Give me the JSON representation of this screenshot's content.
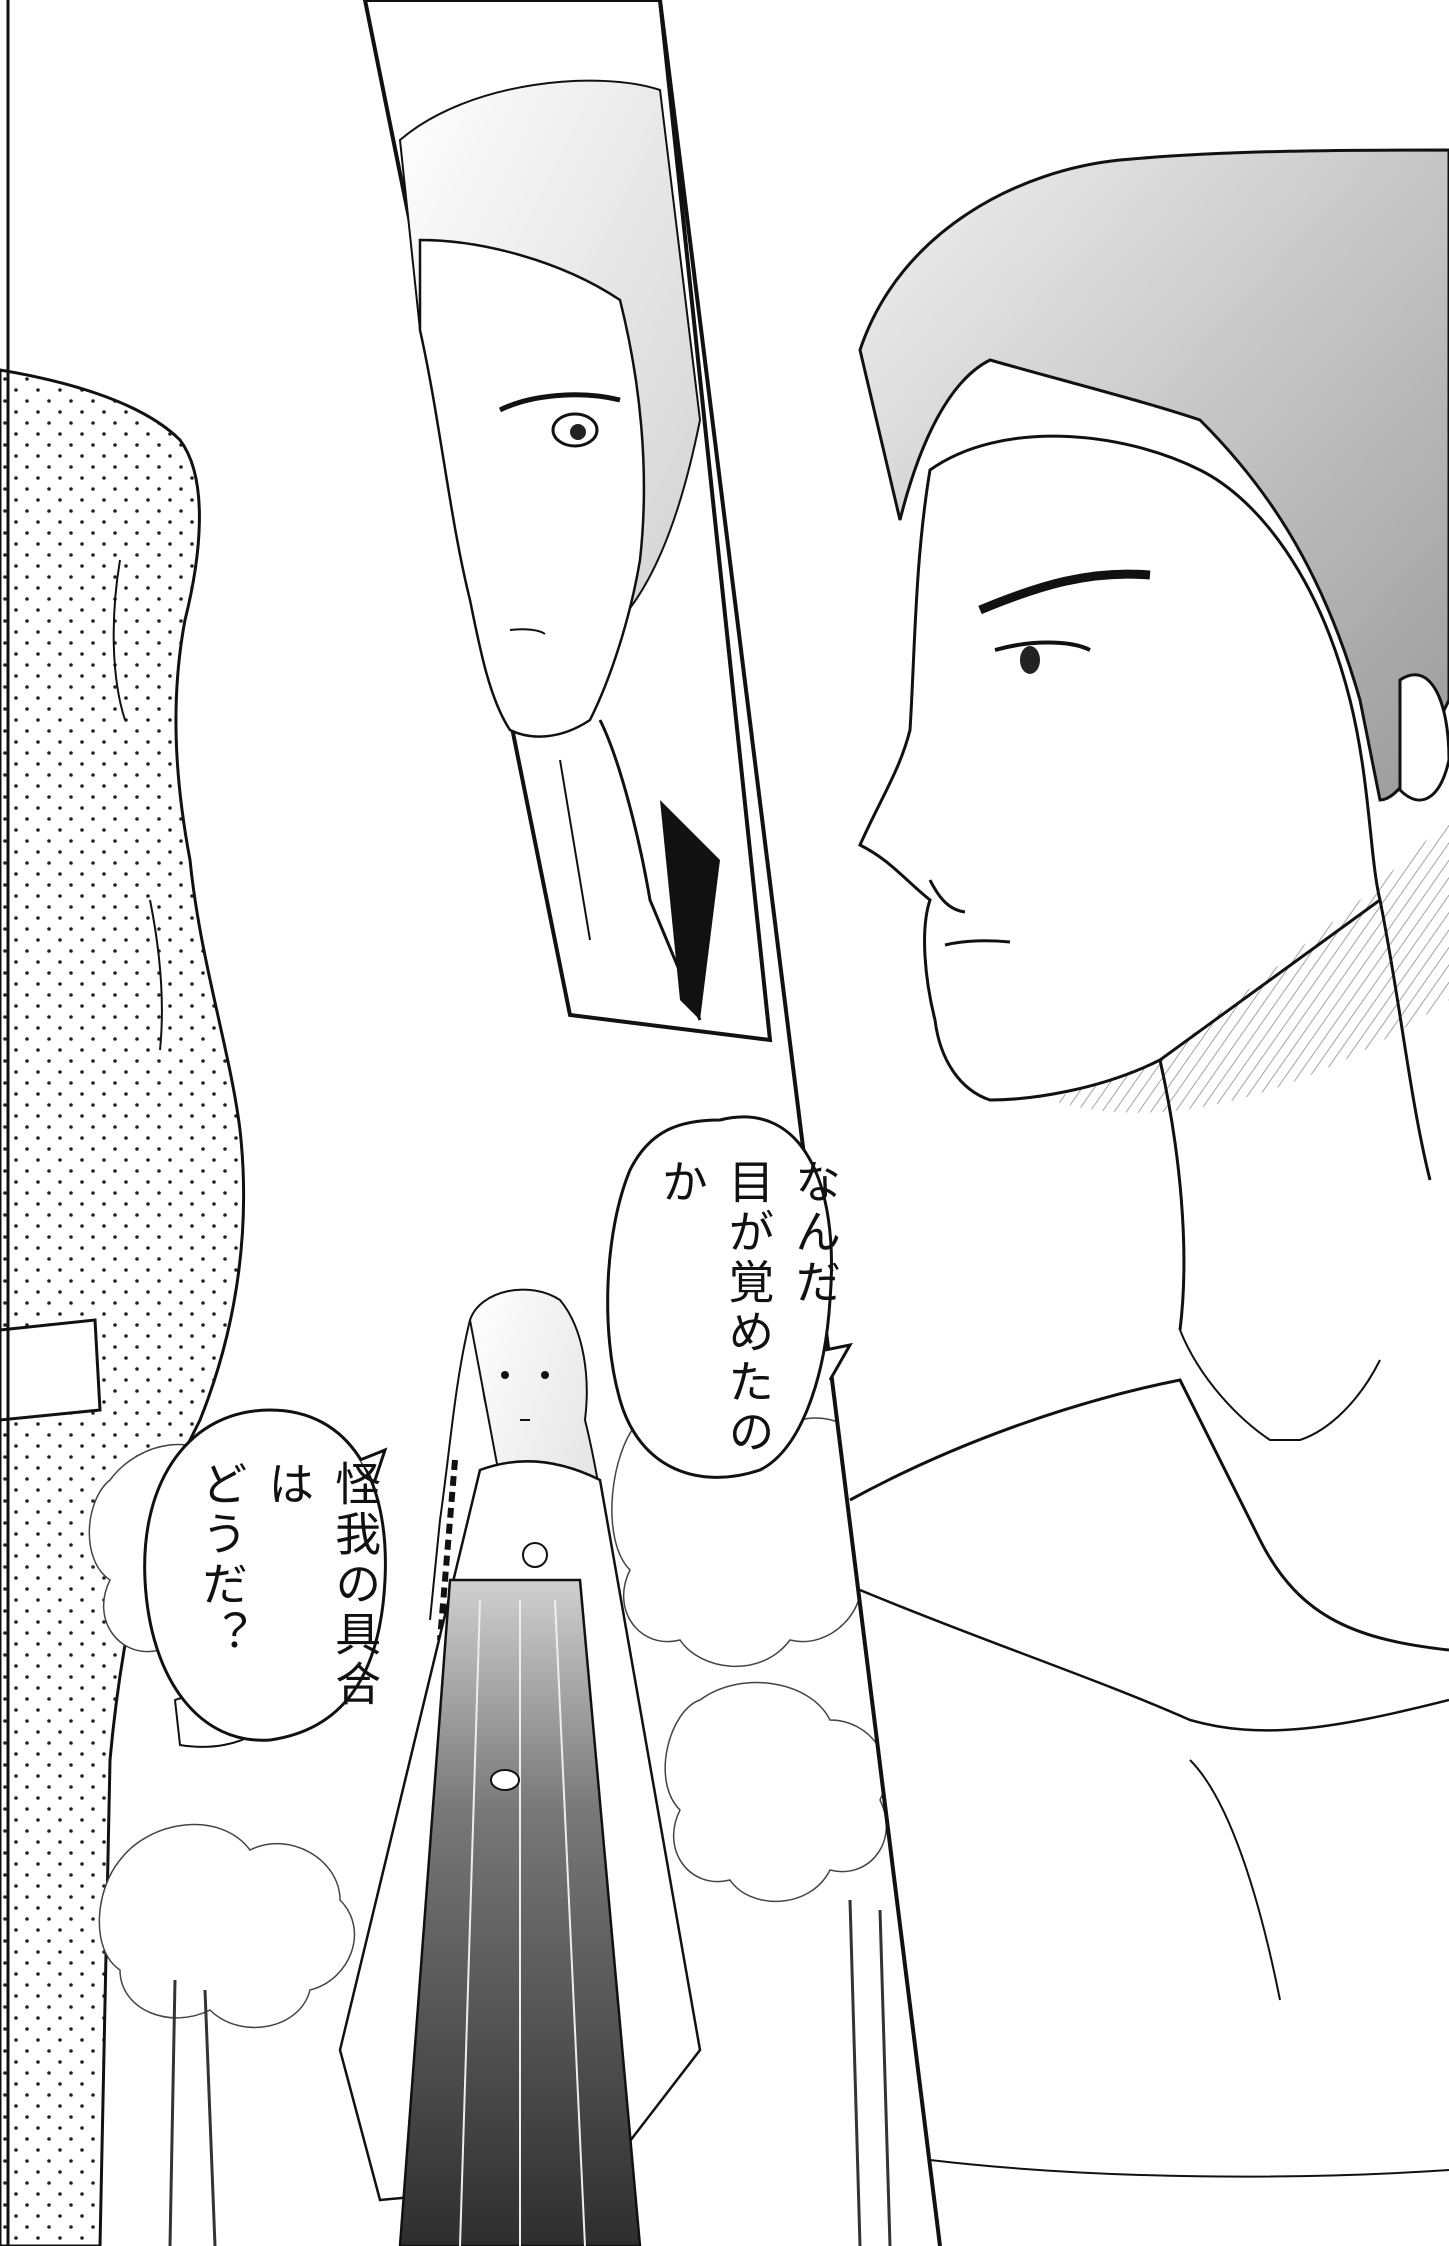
{
  "speech_bubbles": [
    {
      "speaker": "man",
      "lines": [
        "なんだ",
        "目が覚めたのか"
      ]
    },
    {
      "speaker": "man",
      "lines": [
        "怪我の具合は",
        "どうだ？"
      ]
    }
  ],
  "colors": {
    "ink": "#111111",
    "paper": "#ffffff",
    "screen_tone": "#cfcfcf",
    "hakama_dark": "#3a3a3a"
  }
}
